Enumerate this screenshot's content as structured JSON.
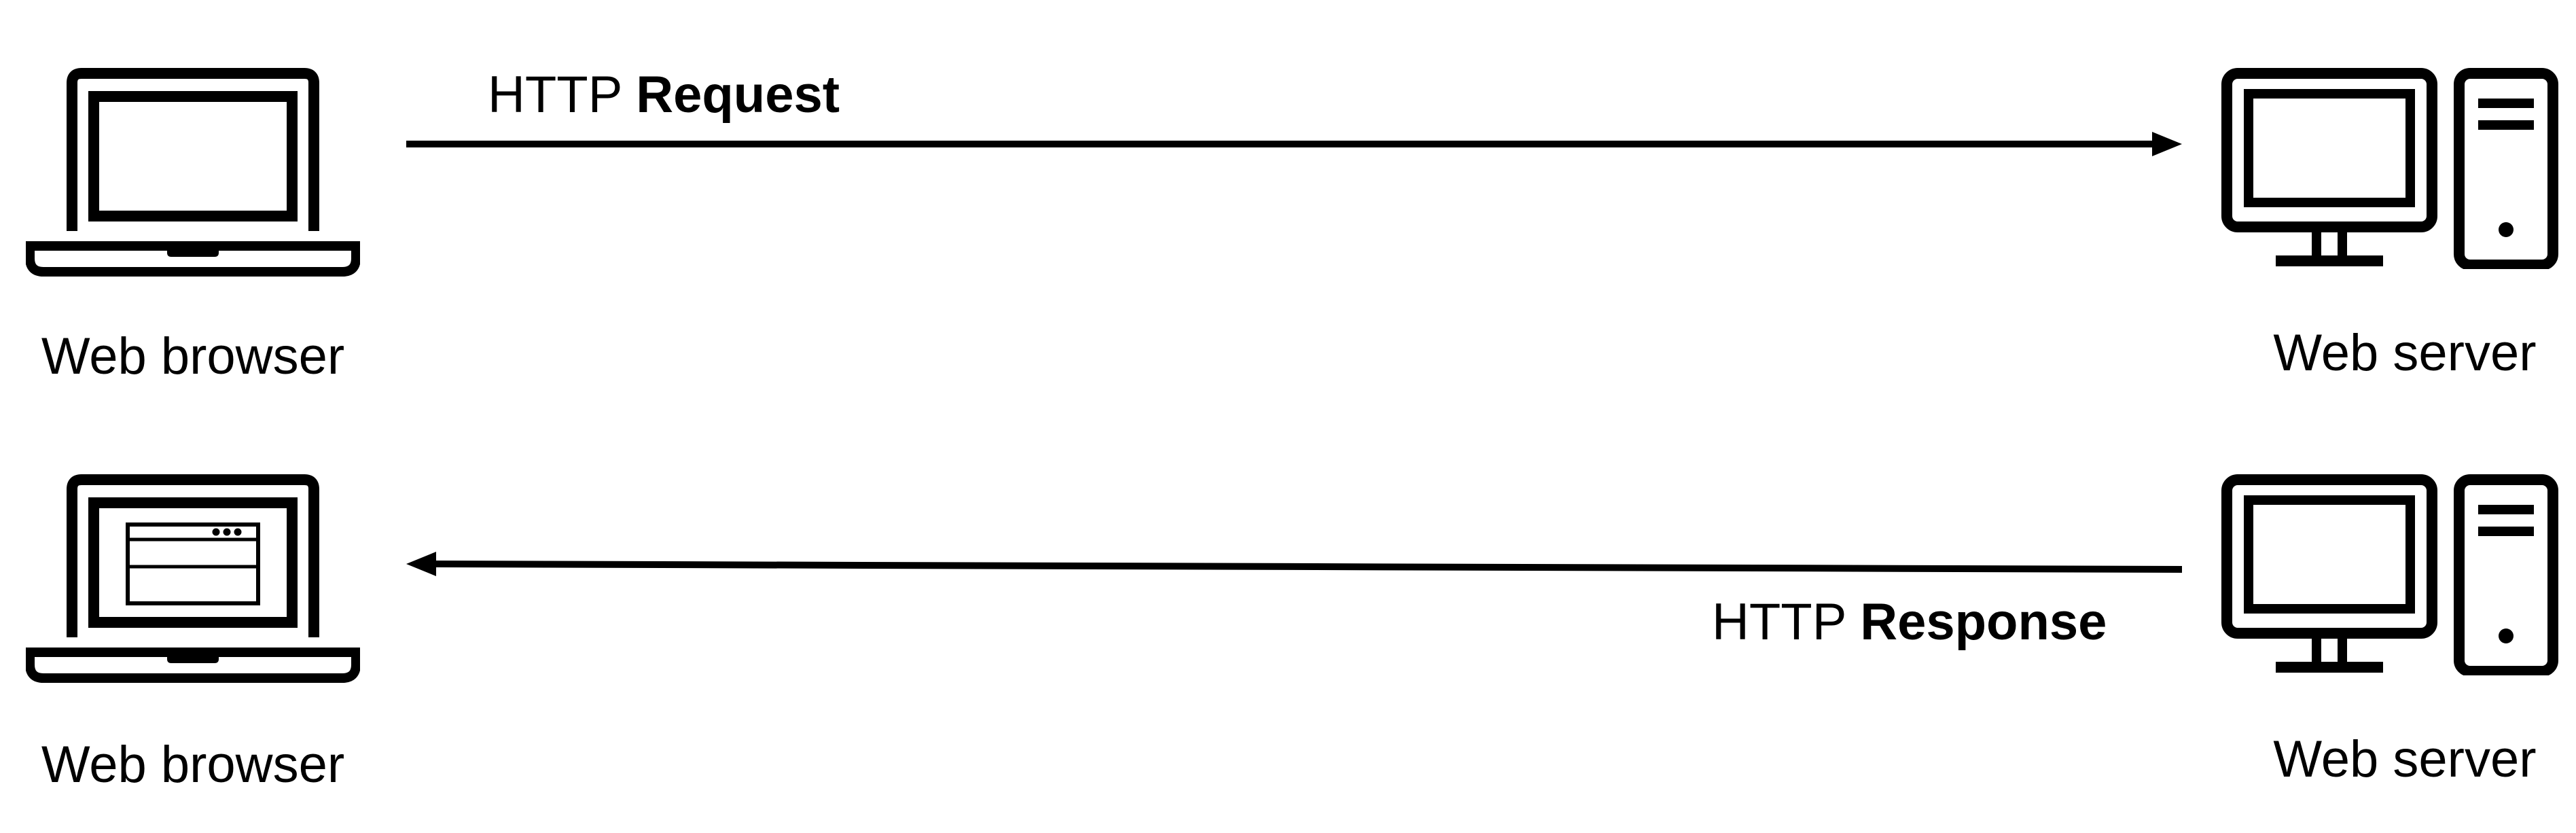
{
  "rows": [
    {
      "client_label": "Web browser",
      "server_label": "Web server",
      "message": {
        "prefix": "HTTP",
        "keyword": "Request",
        "direction": "client-to-server"
      },
      "client_icon": "laptop-icon",
      "server_icon": "desktop-server-icon"
    },
    {
      "client_label": "Web browser",
      "server_label": "Web server",
      "message": {
        "prefix": "HTTP",
        "keyword": "Response",
        "direction": "server-to-client"
      },
      "client_icon": "laptop-with-page-icon",
      "server_icon": "desktop-server-icon"
    }
  ]
}
